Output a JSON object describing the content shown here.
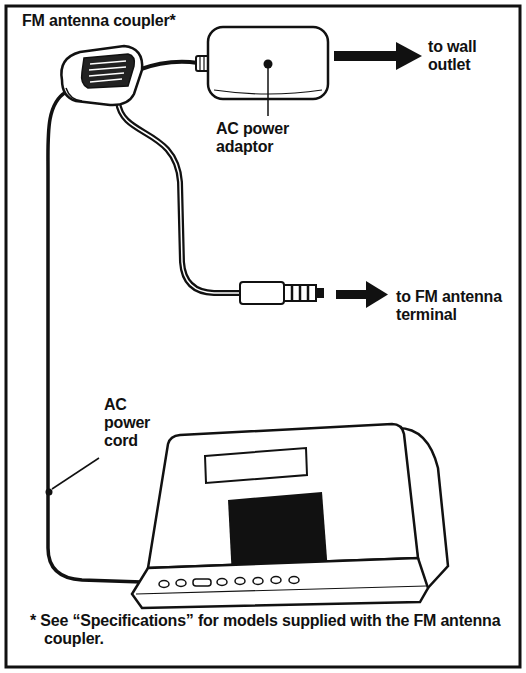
{
  "diagram": {
    "labels": [
      "FM antenna coupler*",
      "to wall outlet",
      "AC power adaptor",
      "to FM antenna terminal",
      "AC power cord",
      "* See “Specifications” for models supplied with the FM antenna coupler."
    ]
  }
}
